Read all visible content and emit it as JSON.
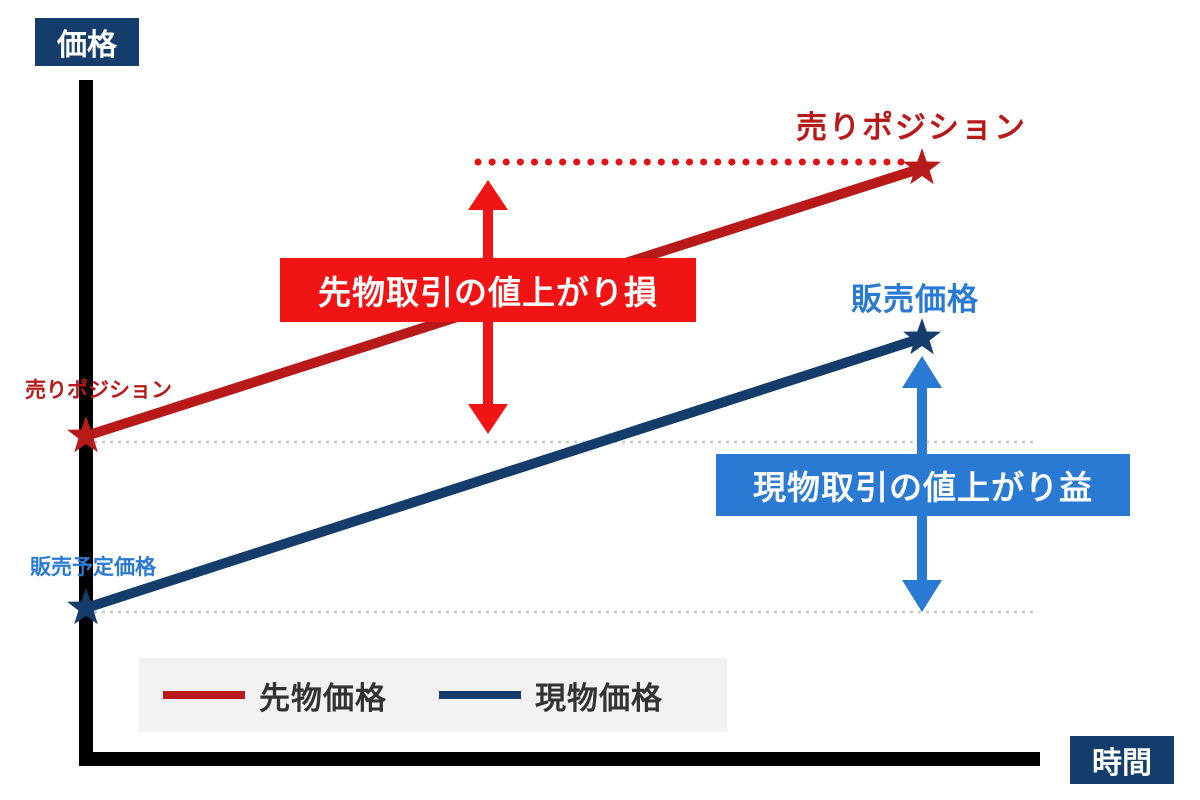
{
  "axes": {
    "y_label": "価格",
    "x_label": "時間"
  },
  "colors": {
    "futures_line": "#b81a1a",
    "spot_line": "#143d6b",
    "loss_callout": "#f01414",
    "gain_callout": "#2a7ad4",
    "axis": "#000000",
    "guide": "#c8c8c8"
  },
  "futures": {
    "start_label": "売りポジション",
    "end_label": "売りポジション"
  },
  "spot": {
    "start_label": "販売予定価格",
    "end_label": "販売価格"
  },
  "callouts": {
    "futures_loss": "先物取引の値上がり損",
    "spot_gain": "現物取引の値上がり益"
  },
  "legend": {
    "futures": "先物価格",
    "spot": "現物価格"
  },
  "icons": [
    "star-icon",
    "double-arrow-icon"
  ]
}
